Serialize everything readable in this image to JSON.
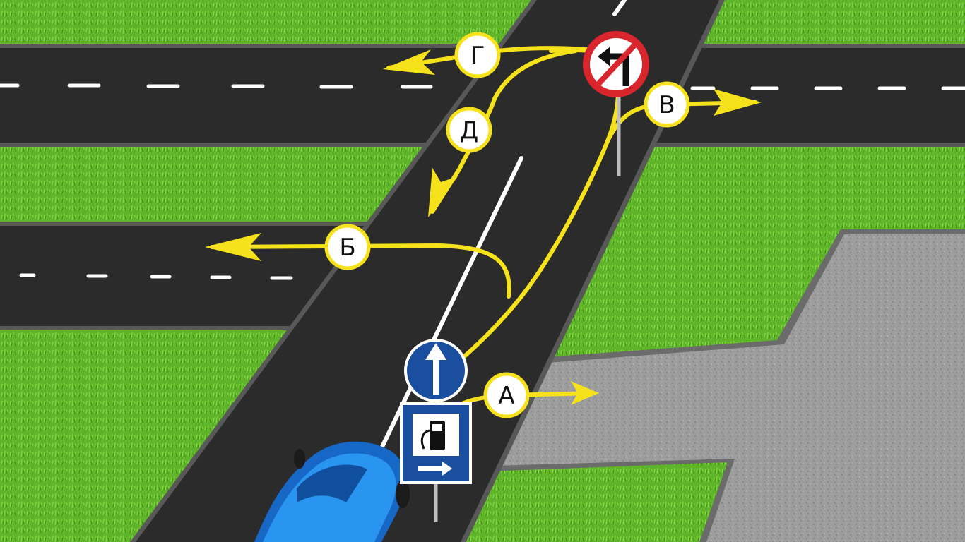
{
  "colors": {
    "grass": "#5fb52a",
    "grass_light": "#7cd13a",
    "asphalt": "#2b2b2b",
    "road_edge": "#585858",
    "gravel": "#9a9a9a",
    "route": "#f5e21b",
    "marking": "#ffffff",
    "sign_blue": "#1a4fa0",
    "sign_red": "#d9262c",
    "car": "#1f8be8"
  },
  "routes": [
    {
      "id": "A",
      "label": "А"
    },
    {
      "id": "B",
      "label": "Б"
    },
    {
      "id": "V",
      "label": "В"
    },
    {
      "id": "G",
      "label": "Г"
    },
    {
      "id": "D",
      "label": "Д"
    }
  ],
  "signs": {
    "no_left_turn": "no-left-turn-icon",
    "straight_only": "straight-only-arrow-icon",
    "fuel_station": "fuel-pump-icon",
    "direction": "right-arrow-icon"
  }
}
